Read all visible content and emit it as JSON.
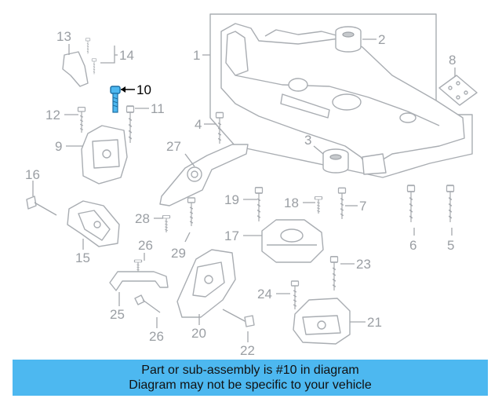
{
  "diagram": {
    "highlight_color": "#4db8f0",
    "callouts": {
      "c1": "1",
      "c2": "2",
      "c4": "4",
      "c5": "5",
      "c6": "6",
      "c7": "7",
      "c8": "8",
      "c9": "9",
      "c10": "10",
      "c11": "11",
      "c12": "12",
      "c13": "13",
      "c14": "14",
      "c15": "15",
      "c16": "16",
      "c17": "17",
      "c18": "18",
      "c19": "19",
      "c20": "20",
      "c21": "21",
      "c22": "22",
      "c23": "23",
      "c24": "24",
      "c25": "25",
      "c26a": "26",
      "c26b": "26",
      "c27": "27",
      "c28": "28",
      "c29": "29"
    }
  },
  "banner": {
    "line1": "Part or sub-assembly is #10 in diagram",
    "line2": "Diagram may not be specific to your vehicle",
    "background": "#4db8f0"
  }
}
